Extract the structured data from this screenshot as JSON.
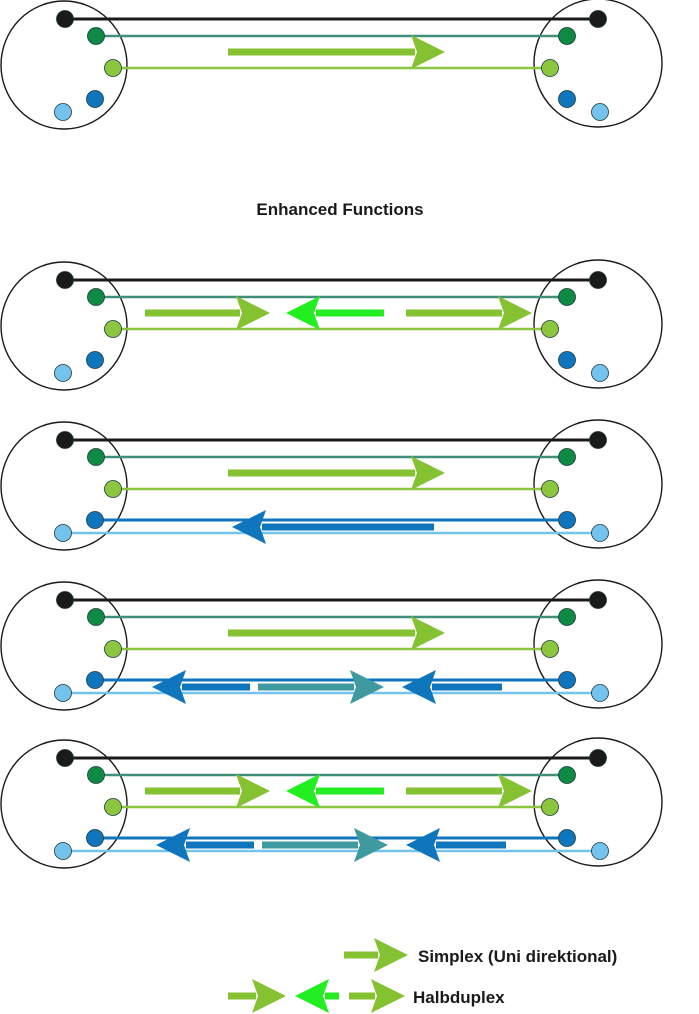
{
  "heading": "Enhanced Functions",
  "colors": {
    "black": "#1a1a1a",
    "dark_green": "#0f8a45",
    "dark_green_line": "#3f8f7a",
    "lime": "#8cc63f",
    "lime_line": "#8cc63f",
    "blue": "#0f75bc",
    "light_blue": "#74c3ee",
    "bright_green": "#22ee22",
    "teal": "#3f9aa0",
    "simplex_arrow": "#85c232"
  },
  "pins": [
    "black",
    "dark_green",
    "lime",
    "blue",
    "light_blue"
  ],
  "diagrams": [
    {
      "name": "basic",
      "wires": [
        "black",
        "dark_green",
        "lime"
      ],
      "arrows": [
        {
          "wire_pair": "green",
          "direction": "right",
          "color": "simplex_arrow",
          "type": "simplex"
        }
      ]
    },
    {
      "name": "enhanced-1",
      "wires": [
        "black",
        "dark_green",
        "lime"
      ],
      "arrows": [
        {
          "wire_pair": "green",
          "direction": "right",
          "color": "simplex_arrow",
          "type": "halfduplex"
        },
        {
          "wire_pair": "green",
          "direction": "left",
          "color": "bright_green",
          "type": "halfduplex"
        },
        {
          "wire_pair": "green",
          "direction": "right",
          "color": "simplex_arrow",
          "type": "halfduplex"
        }
      ]
    },
    {
      "name": "enhanced-2",
      "wires": [
        "black",
        "dark_green",
        "lime",
        "blue",
        "light_blue"
      ],
      "arrows": [
        {
          "wire_pair": "green",
          "direction": "right",
          "color": "simplex_arrow",
          "type": "simplex"
        },
        {
          "wire_pair": "blue",
          "direction": "left",
          "color": "blue",
          "type": "simplex"
        }
      ]
    },
    {
      "name": "enhanced-3",
      "wires": [
        "black",
        "dark_green",
        "lime",
        "blue",
        "light_blue"
      ],
      "arrows": [
        {
          "wire_pair": "green",
          "direction": "right",
          "color": "simplex_arrow",
          "type": "simplex"
        },
        {
          "wire_pair": "blue",
          "direction": "left",
          "color": "blue",
          "type": "halfduplex"
        },
        {
          "wire_pair": "blue",
          "direction": "right",
          "color": "teal",
          "type": "halfduplex"
        },
        {
          "wire_pair": "blue",
          "direction": "left",
          "color": "blue",
          "type": "halfduplex"
        }
      ]
    },
    {
      "name": "enhanced-4",
      "wires": [
        "black",
        "dark_green",
        "lime",
        "blue",
        "light_blue"
      ],
      "arrows": [
        {
          "wire_pair": "green",
          "direction": "right",
          "color": "simplex_arrow",
          "type": "halfduplex"
        },
        {
          "wire_pair": "green",
          "direction": "left",
          "color": "bright_green",
          "type": "halfduplex"
        },
        {
          "wire_pair": "green",
          "direction": "right",
          "color": "simplex_arrow",
          "type": "halfduplex"
        },
        {
          "wire_pair": "blue",
          "direction": "left",
          "color": "blue",
          "type": "halfduplex"
        },
        {
          "wire_pair": "blue",
          "direction": "right",
          "color": "teal",
          "type": "halfduplex"
        },
        {
          "wire_pair": "blue",
          "direction": "left",
          "color": "blue",
          "type": "halfduplex"
        }
      ]
    }
  ],
  "legend": {
    "simplex": "Simplex (Uni direktional)",
    "halbduplex": "Halbduplex"
  }
}
